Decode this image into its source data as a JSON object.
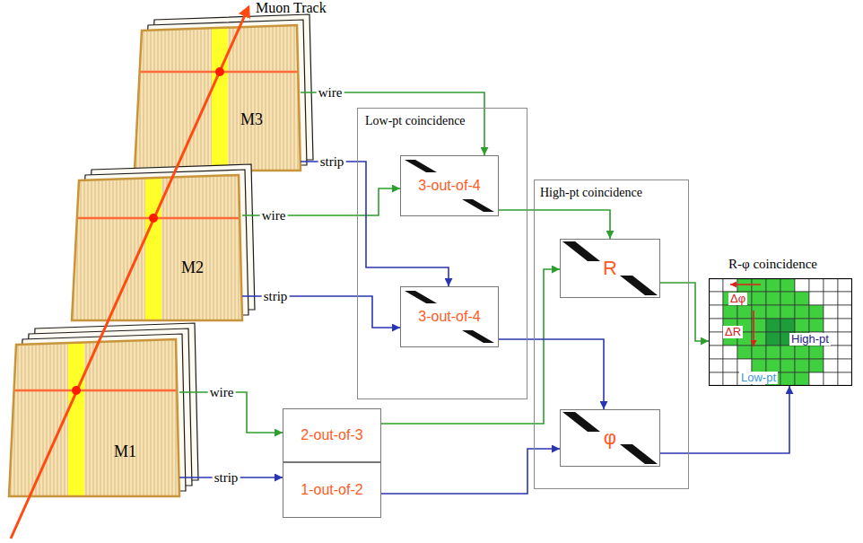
{
  "diagram": {
    "nodes": [
      {
        "text": [
          "M3"
        ]
      },
      {
        "text": [
          "M2"
        ]
      },
      {
        "text": [
          "M1"
        ]
      },
      {
        "text": [
          "Low-pt coincidence"
        ]
      },
      {
        "text": [
          "3-out-of-4"
        ],
        "in": 3
      },
      {
        "text": [
          "3-out-of-4"
        ],
        "in": 3
      },
      {
        "text": [
          "High-pt coincidence"
        ]
      },
      {
        "text": [
          "R"
        ],
        "in": 6
      },
      {
        "text": [
          "φ"
        ],
        "in": 6
      },
      {
        "text": [
          "2-out-of-3"
        ]
      },
      {
        "text": [
          "1-out-of-2"
        ]
      },
      {
        "text": [
          "R-φ coincidence",
          "Δφ",
          "ΔR",
          "High-pt",
          "Low-pt"
        ]
      }
    ],
    "edges": [
      {
        "from": 0,
        "to": 4,
        "arrow": "to",
        "label": "wire"
      },
      {
        "from": 1,
        "to": 4,
        "arrow": "to",
        "label": "wire"
      },
      {
        "from": 0,
        "to": 5,
        "arrow": "to",
        "label": "strip"
      },
      {
        "from": 1,
        "to": 5,
        "arrow": "to",
        "label": "strip"
      },
      {
        "from": 2,
        "to": 9,
        "arrow": "to",
        "label": "wire"
      },
      {
        "from": 2,
        "to": 10,
        "arrow": "to",
        "label": "strip"
      },
      {
        "from": 4,
        "to": 7,
        "arrow": "to"
      },
      {
        "from": 9,
        "to": 7,
        "arrow": "to"
      },
      {
        "from": 5,
        "to": 8,
        "arrow": "to"
      },
      {
        "from": 10,
        "to": 8,
        "arrow": "to"
      },
      {
        "from": 7,
        "to": 11,
        "arrow": "to"
      },
      {
        "from": 8,
        "to": 11,
        "arrow": "to"
      }
    ],
    "labels": [
      "Muon Track"
    ]
  }
}
